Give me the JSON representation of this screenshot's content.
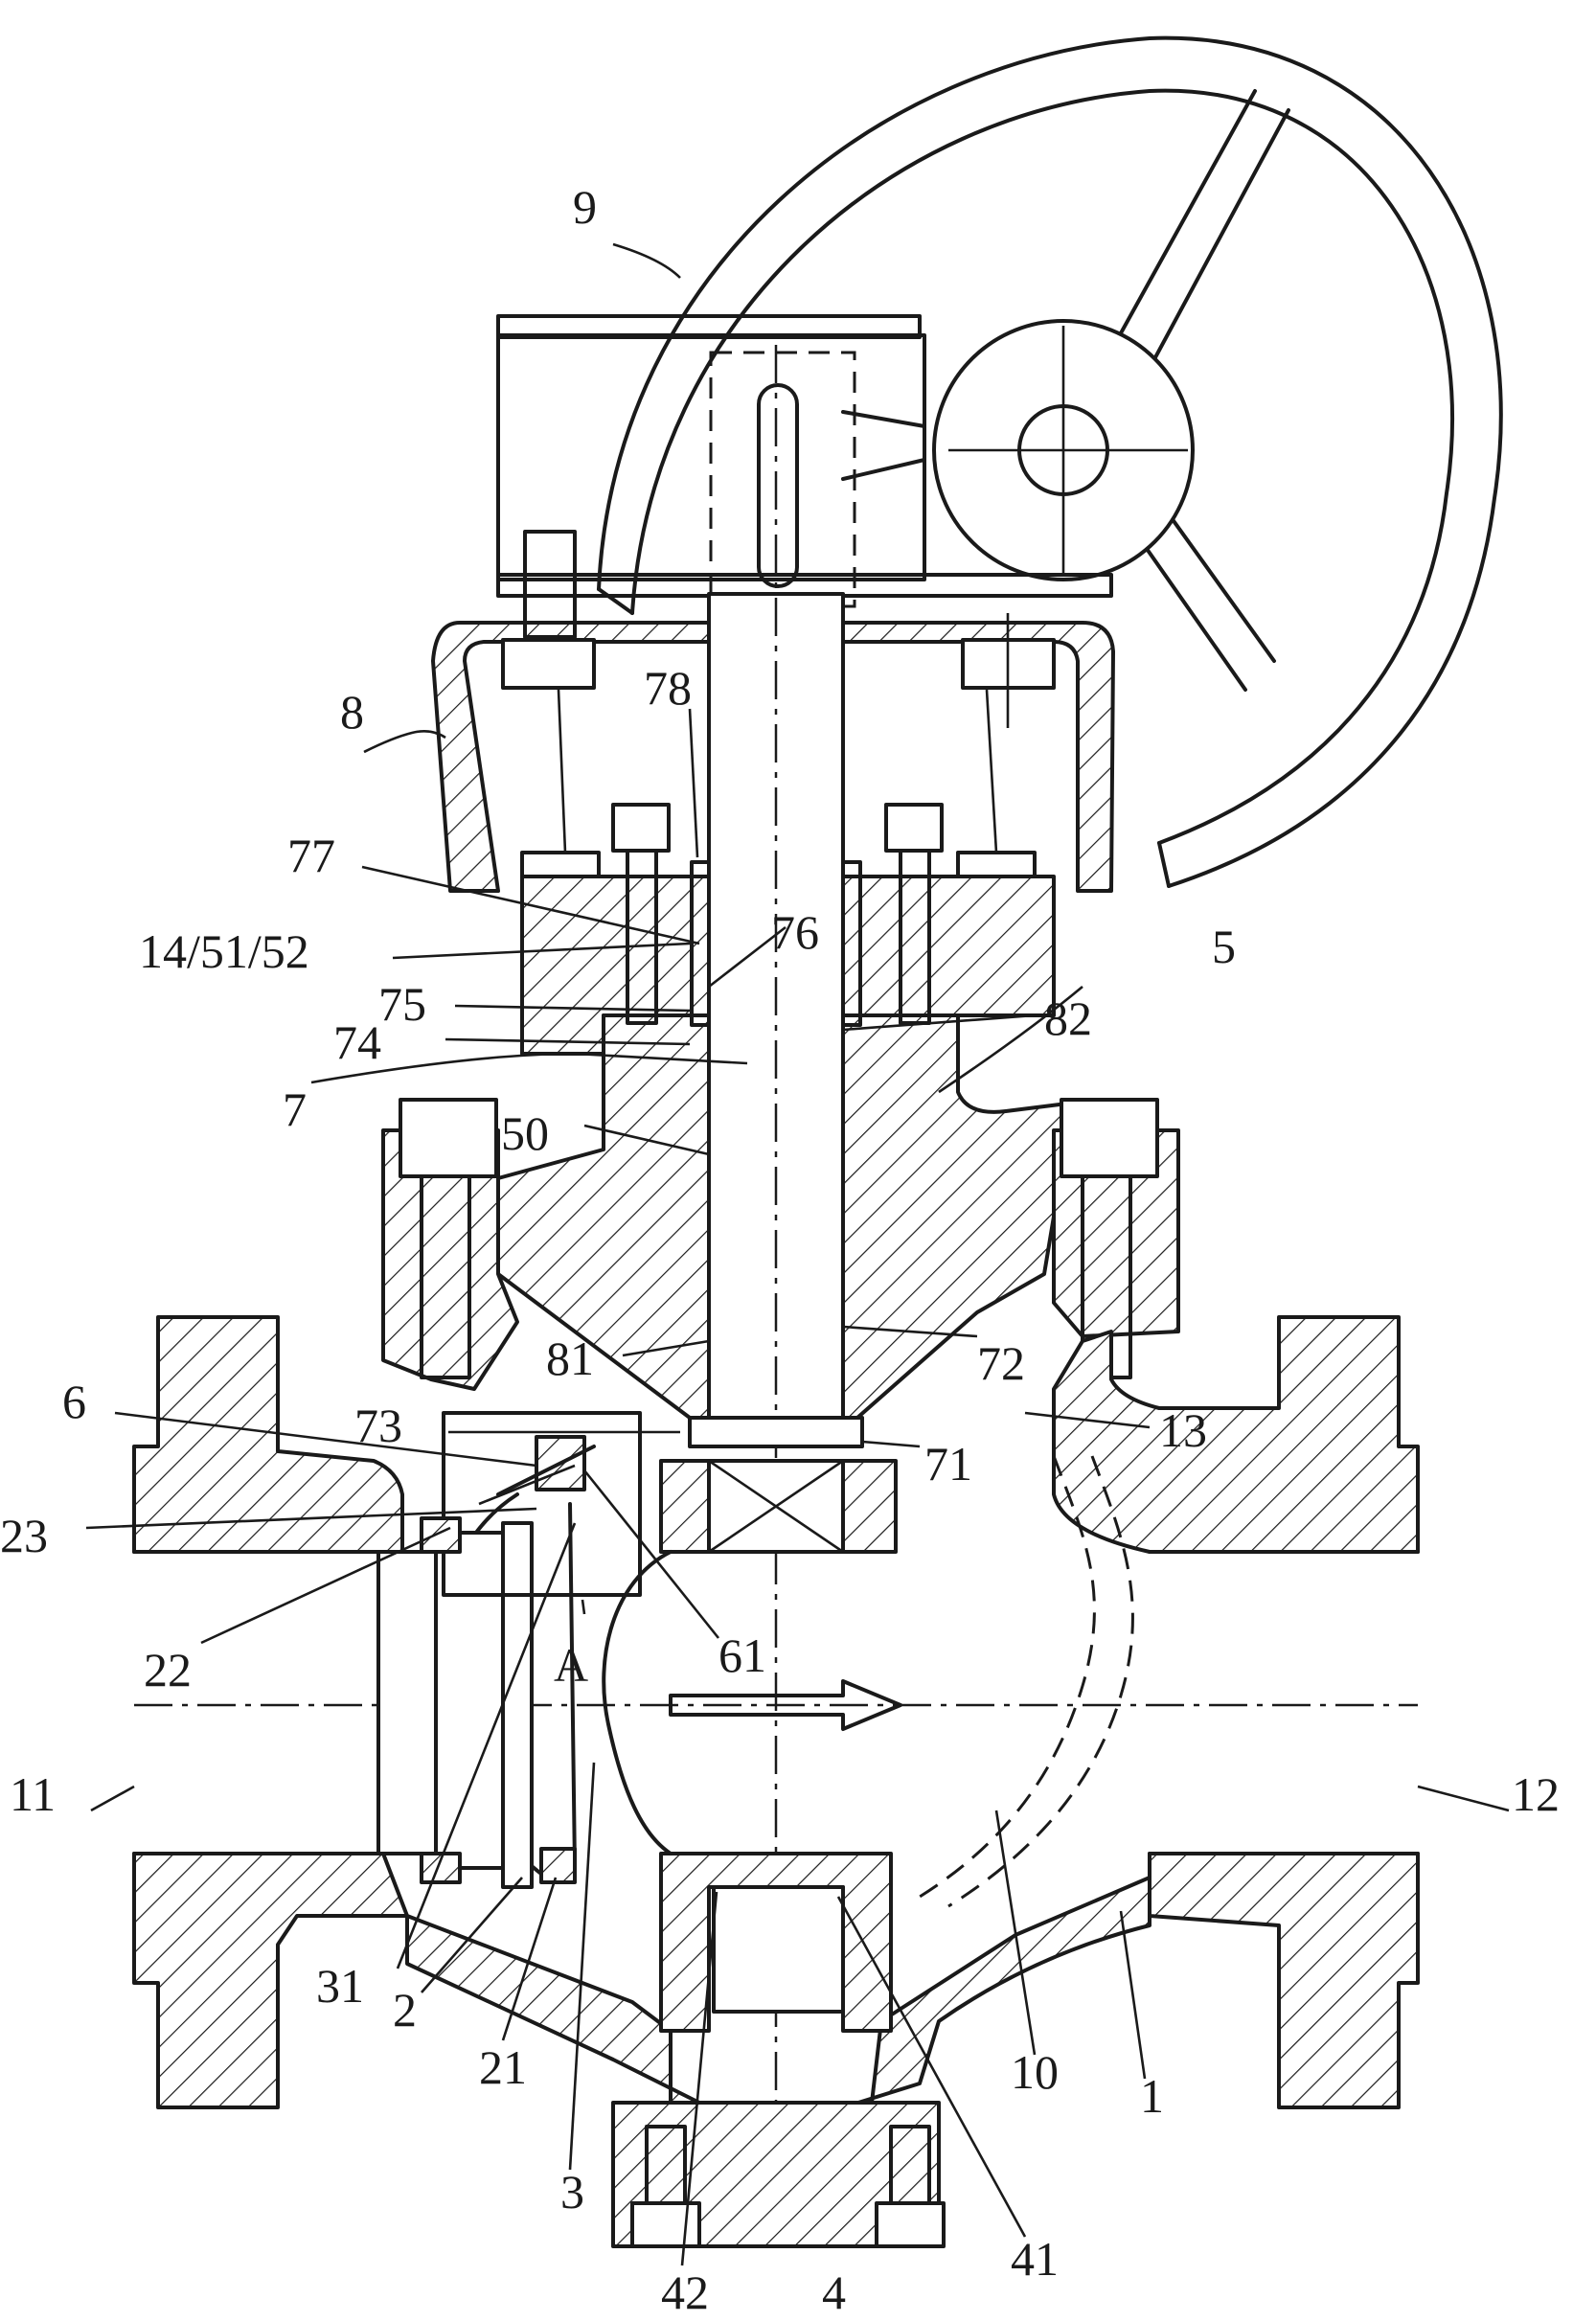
{
  "labels": {
    "l9": "9",
    "l8": "8",
    "l78": "78",
    "l77": "77",
    "l14_51_52": "14/51/52",
    "l76": "76",
    "l75": "75",
    "l74": "74",
    "l82": "82",
    "l5": "5",
    "l7": "7",
    "l50": "50",
    "l81": "81",
    "l72": "72",
    "l13": "13",
    "l73": "73",
    "l71": "71",
    "l6": "6",
    "l23": "23",
    "l22": "22",
    "l61": "61",
    "lA": "A",
    "l11": "11",
    "l12": "12",
    "l31": "31",
    "l2": "2",
    "l21": "21",
    "l3": "3",
    "l10": "10",
    "l1": "1",
    "l42": "42",
    "l4": "4",
    "l41": "41"
  }
}
